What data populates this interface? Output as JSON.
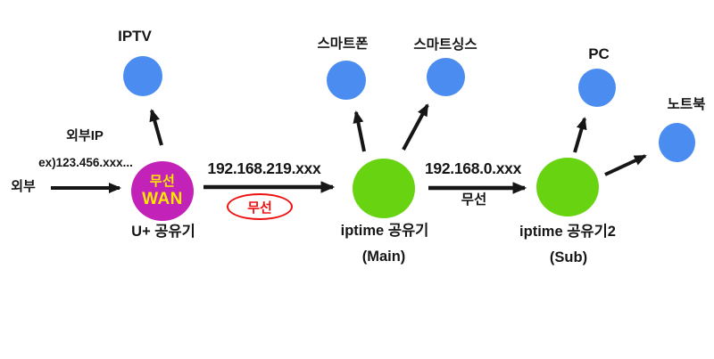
{
  "nodes": {
    "external": {
      "label": "외부"
    },
    "wan_router": {
      "line1": "무선",
      "line2": "WAN",
      "caption": "U+ 공유기"
    },
    "iptv": {
      "label": "IPTV"
    },
    "main_router": {
      "caption": "iptime 공유기",
      "subcaption": "(Main)"
    },
    "smartphone": {
      "label": "스마트폰"
    },
    "smartthings": {
      "label": "스마트싱스"
    },
    "sub_router": {
      "caption": "iptime 공유기2",
      "subcaption": "(Sub)"
    },
    "pc": {
      "label": "PC"
    },
    "laptop": {
      "label": "노트북"
    }
  },
  "links": {
    "external_to_wan": {
      "label_top": "외부IP",
      "label_example": "ex)123.456.xxx..."
    },
    "wan_to_main": {
      "label": "192.168.219.xxx",
      "badge": "무선"
    },
    "main_to_sub": {
      "label": "192.168.0.xxx",
      "sublabel": "무선"
    }
  },
  "colors": {
    "device_node": "#4a8cf0",
    "router_node": "#68d411",
    "wan_node": "#c322b8",
    "wan_text": "#ffe600",
    "badge_red": "#ee1111",
    "text": "#161616"
  }
}
